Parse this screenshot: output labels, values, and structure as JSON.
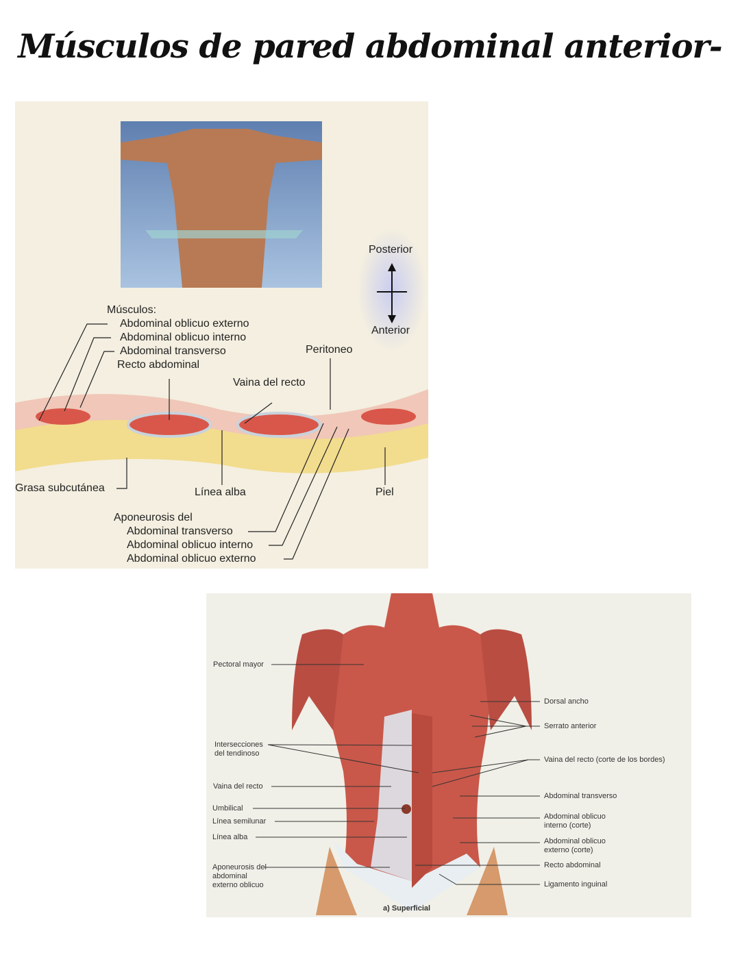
{
  "title": "Músculos de pared abdominal anterior-",
  "figure1": {
    "muscles_heading": "Músculos:",
    "muscles": [
      "Abdominal oblicuo externo",
      "Abdominal oblicuo interno",
      "Abdominal transverso",
      "Recto abdominal"
    ],
    "orientation": {
      "top": "Posterior",
      "bottom": "Anterior"
    },
    "peritoneo": "Peritoneo",
    "vaina": "Vaina del recto",
    "grasa": "Grasa subcutánea",
    "linea_alba": "Línea alba",
    "piel": "Piel",
    "aponeurosis_heading": "Aponeurosis del",
    "aponeurosis": [
      "Abdominal transverso",
      "Abdominal oblicuo interno",
      "Abdominal oblicuo externo"
    ]
  },
  "figure2": {
    "left": [
      "Pectoral mayor",
      "Intersecciones del tendinoso",
      "Vaina del recto",
      "Umbilical",
      "Línea semilunar",
      "Línea alba",
      "Aponeurosis del abdominal externo oblicuo"
    ],
    "right": [
      "Dorsal ancho",
      "Serrato anterior",
      "Vaina del recto (corte de los bordes)",
      "Abdominal transverso",
      "Abdominal oblicuo interno (corte)",
      "Abdominal oblicuo externo (corte)",
      "Recto abdominal",
      "Ligamento inguinal"
    ],
    "caption": "a) Superficial"
  }
}
